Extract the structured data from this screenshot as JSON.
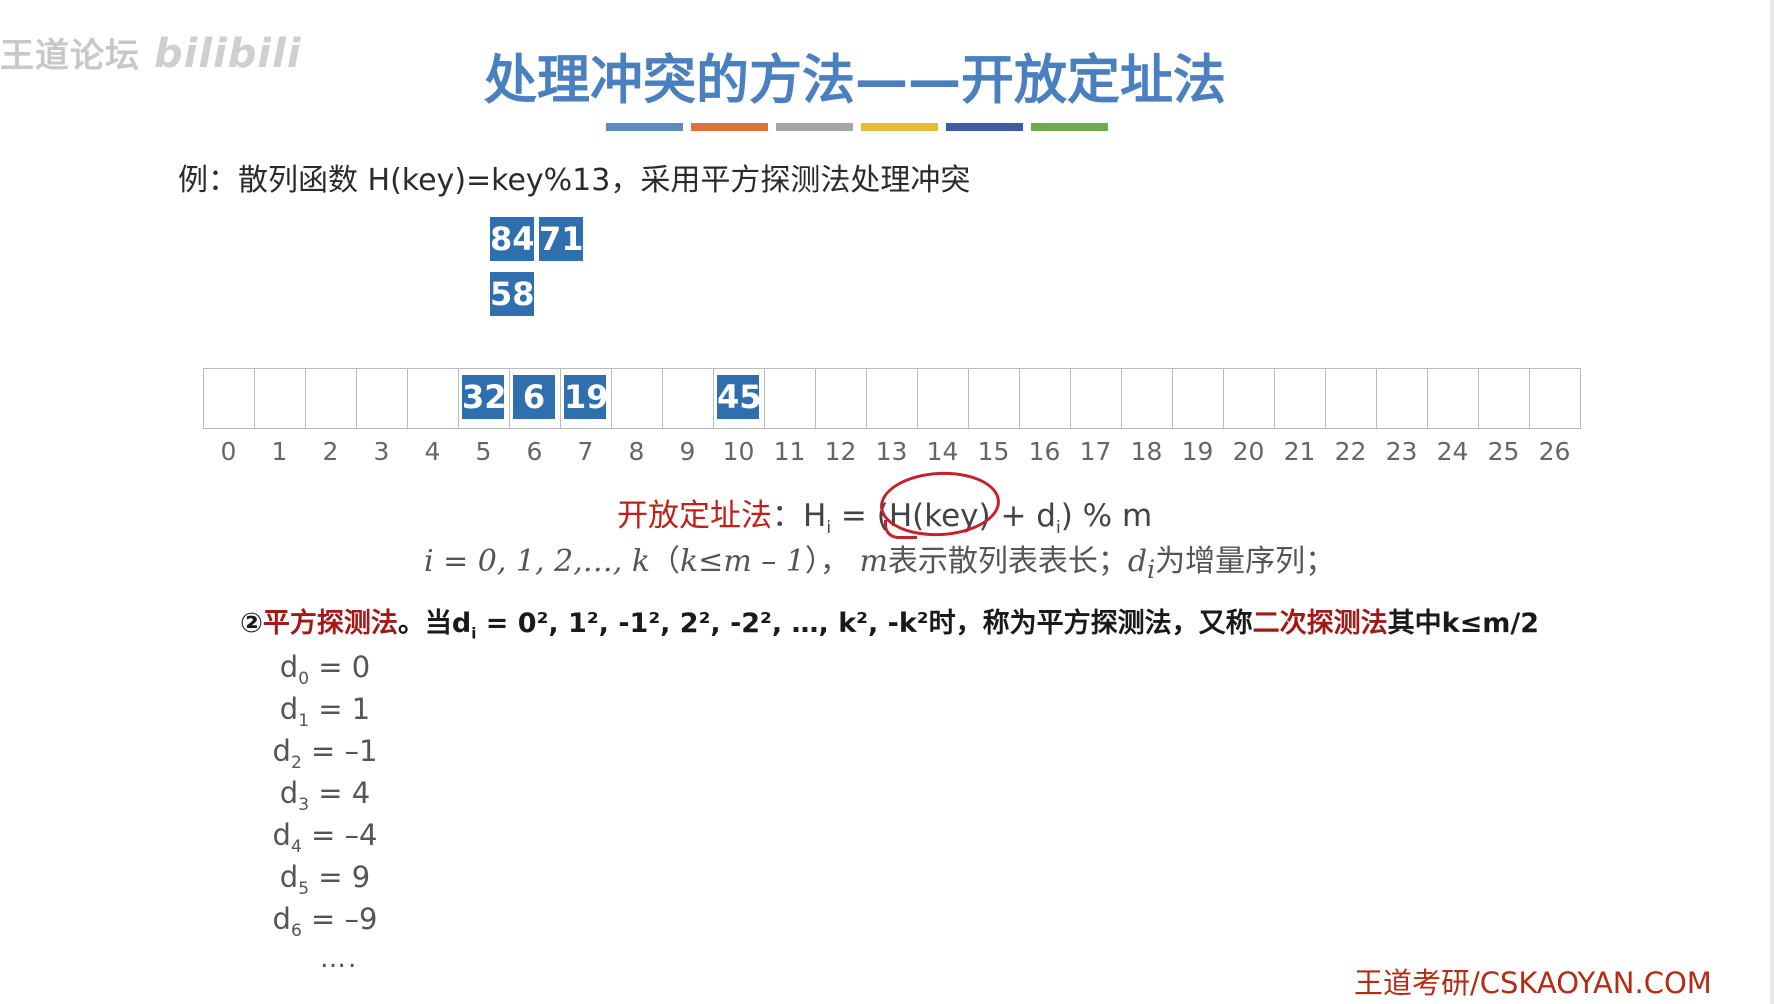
{
  "watermark": {
    "site": "王道论坛",
    "bili": "bilibili"
  },
  "title": "处理冲突的方法——开放定址法",
  "color_bars": [
    "#5b8cc4",
    "#d9743a",
    "#a6a6a6",
    "#e8bc36",
    "#3f5ba8",
    "#6eab4a"
  ],
  "example": "例：散列函数 H(key)=key%13，采用平方探测法处理冲突",
  "pending_keys": [
    "84",
    "71",
    "58"
  ],
  "table": {
    "indices": [
      "0",
      "1",
      "2",
      "3",
      "4",
      "5",
      "6",
      "7",
      "8",
      "9",
      "10",
      "11",
      "12",
      "13",
      "14",
      "15",
      "16",
      "17",
      "18",
      "19",
      "20",
      "21",
      "22",
      "23",
      "24",
      "25",
      "26"
    ],
    "stored": [
      {
        "index": 5,
        "value": "32"
      },
      {
        "index": 6,
        "value": "6"
      },
      {
        "index": 7,
        "value": "19"
      },
      {
        "index": 10,
        "value": "45"
      }
    ]
  },
  "formula": {
    "label": "开放定址法",
    "colon": "：",
    "h": "H",
    "h_sub": "i",
    "eq": " = (",
    "hkey": "H(key)",
    "plus": " + d",
    "d_sub": "i",
    "tail": ") % m"
  },
  "i_line": {
    "range": "i = 0, 1, 2,…, k",
    "paren_open": "（",
    "cond": "k≤m – 1",
    "paren_close": "）",
    "sep": "，",
    "m": "m",
    "m_text": "表示散列表表长；",
    "d": "d",
    "d_sub": "i",
    "d_text": "为增量序列；"
  },
  "square_probe": {
    "num": "②",
    "name": "平方探测法",
    "p1": "。当d",
    "p1_sub": "i",
    "p2": " = 0², 1², -1², 2², -2², …, k², -k²时，称为平方探测法，又称",
    "alias": "二次探测法",
    "p3": "其中k≤m/2"
  },
  "d_values": [
    {
      "sub": "0",
      "val": " = 0"
    },
    {
      "sub": "1",
      "val": " = 1"
    },
    {
      "sub": "2",
      "val": " = –1"
    },
    {
      "sub": "3",
      "val": " = 4"
    },
    {
      "sub": "4",
      "val": " = –4"
    },
    {
      "sub": "5",
      "val": " = 9"
    },
    {
      "sub": "6",
      "val": " = –9"
    }
  ],
  "ellipsis": "….",
  "footer": "王道考研/CSKAOYAN.COM"
}
